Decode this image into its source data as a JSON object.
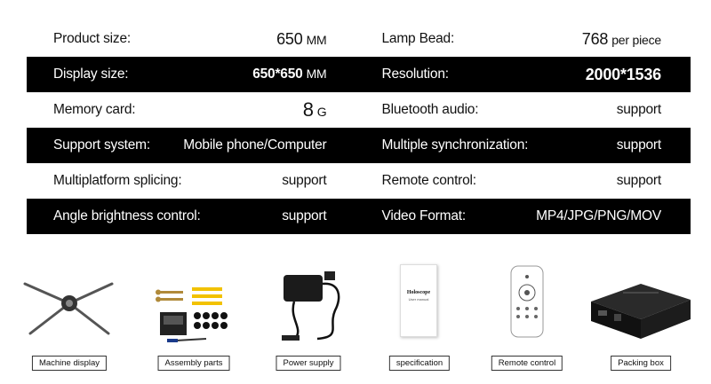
{
  "specs": [
    {
      "dark": false,
      "left": {
        "label": "Product size:",
        "value": "650",
        "unit": "MM"
      },
      "right": {
        "label": "Lamp Bead:",
        "value": "768",
        "unit": "per piece"
      }
    },
    {
      "dark": true,
      "left": {
        "label": "Display size:",
        "value": "650*650",
        "unit": "MM"
      },
      "right": {
        "label": "Resolution:",
        "value": "2000*1536",
        "unit": ""
      }
    },
    {
      "dark": false,
      "left": {
        "label": "Memory card:",
        "value": "8",
        "unit": "G"
      },
      "right": {
        "label": "Bluetooth audio:",
        "value": "support",
        "unit": ""
      }
    },
    {
      "dark": true,
      "left": {
        "label": "Support system:",
        "value": "Mobile phone/Computer",
        "unit": ""
      },
      "right": {
        "label": "Multiple synchronization:",
        "value": "support",
        "unit": ""
      }
    },
    {
      "dark": false,
      "left": {
        "label": "Multiplatform splicing:",
        "value": "support",
        "unit": ""
      },
      "right": {
        "label": "Remote control:",
        "value": "support",
        "unit": ""
      }
    },
    {
      "dark": true,
      "left": {
        "label": "Angle brightness control:",
        "value": "support",
        "unit": ""
      },
      "right": {
        "label": "Video Format:",
        "value": "MP4/JPG/PNG/MOV",
        "unit": ""
      }
    }
  ],
  "products": [
    {
      "caption": "Machine display",
      "icon": "hologram-fan-icon"
    },
    {
      "caption": "Assembly parts",
      "icon": "assembly-parts-icon"
    },
    {
      "caption": "Power supply",
      "icon": "power-adapter-icon"
    },
    {
      "caption": "specification",
      "icon": "manual-booklet-icon",
      "booklet_title": "Holoscope",
      "booklet_subtitle": "User manual"
    },
    {
      "caption": "Remote control",
      "icon": "remote-control-icon"
    },
    {
      "caption": "Packing box",
      "icon": "packing-box-icon"
    }
  ]
}
